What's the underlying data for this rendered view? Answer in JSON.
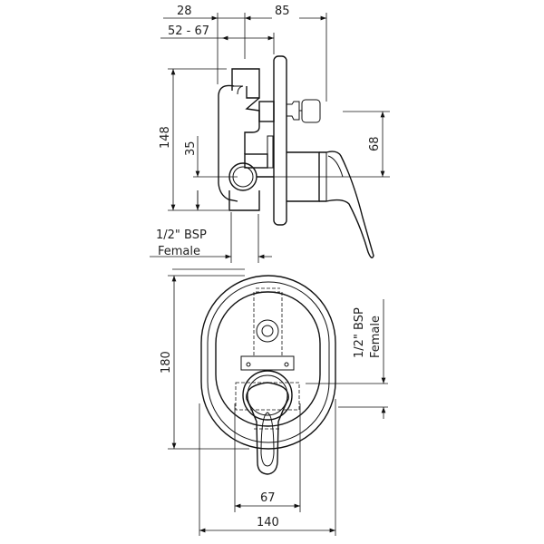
{
  "side_view": {
    "dim_28": "28",
    "dim_85": "85",
    "dim_52_67": "52 - 67",
    "dim_148": "148",
    "dim_35": "35",
    "dim_68": "68",
    "thread_label": "1/2\" BSP",
    "thread_type": "Female"
  },
  "front_view": {
    "dim_180": "180",
    "dim_67": "67",
    "dim_140": "140",
    "thread_label": "1/2\" BSP",
    "thread_type": "Female"
  }
}
